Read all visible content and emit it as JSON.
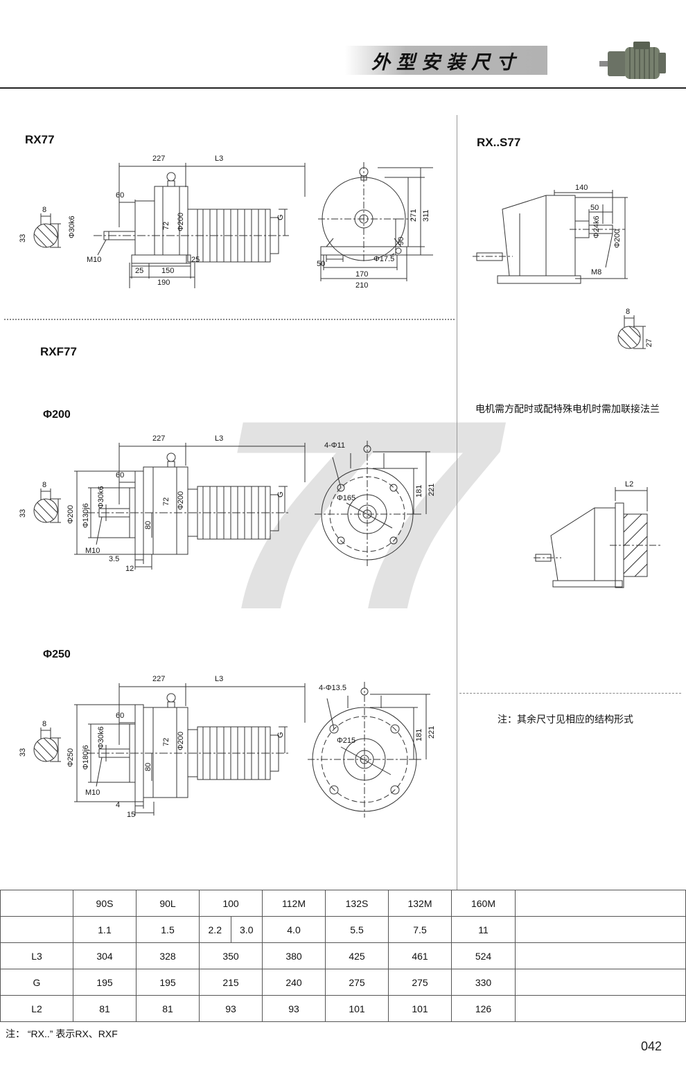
{
  "header": {
    "title": "外型安装尺寸"
  },
  "watermark": "77",
  "page_number": "042",
  "sections": {
    "rx77": "RX77",
    "rxs77": "RX..S77",
    "rxf77": "RXF77",
    "d200": "Φ200",
    "d250": "Φ250"
  },
  "notes": {
    "flange": "电机需方配时或配特殊电机时需加联接法兰",
    "other": "注：其余尺寸见相应的结构形式",
    "footnote": "注： “RX..” 表示RX、RXF"
  },
  "dims": {
    "rx77_side": {
      "a227": "227",
      "l3": "L3",
      "a60": "60",
      "phi30k6": "Φ30k6",
      "a72": "72",
      "phi200": "Φ200",
      "g": "G",
      "m10": "M10",
      "a25l": "25",
      "a150": "150",
      "a190": "190",
      "a25r": "25"
    },
    "rx77_sec": {
      "a8": "8",
      "a33": "33"
    },
    "rx77_front": {
      "a271": "271",
      "a311": "311",
      "a90": "90",
      "phi175": "Φ17.5",
      "a50": "50",
      "a170": "170",
      "a210": "210"
    },
    "rxs77_side": {
      "a140": "140",
      "a50": "50",
      "phi24k6": "Φ24k6",
      "phi200": "Φ200",
      "m8": "M8"
    },
    "rxs77_sec": {
      "a8": "8",
      "a27": "27"
    },
    "rxf200_side": {
      "a227": "227",
      "l3": "L3",
      "a60": "60",
      "phi200f": "Φ200",
      "phi130": "Φ130j6",
      "phi30k6": "Φ30k6",
      "a72": "72",
      "phi200m": "Φ200",
      "a80": "80",
      "g": "G",
      "m10": "M10",
      "a35": "3.5",
      "a12": "12"
    },
    "rxf200_sec": {
      "a8": "8",
      "a33": "33"
    },
    "rxf200_front": {
      "holes": "4-Φ11",
      "phi165": "Φ165",
      "a181": "181",
      "a221": "221"
    },
    "l2d": {
      "l2": "L2"
    },
    "rxf250_side": {
      "a227": "227",
      "l3": "L3",
      "a60": "60",
      "phi250f": "Φ250",
      "phi180": "Φ180j6",
      "phi30k6": "Φ30k6",
      "a72": "72",
      "phi200m": "Φ200",
      "a80": "80",
      "g": "G",
      "m10": "M10",
      "a4": "4",
      "a15": "15"
    },
    "rxf250_sec": {
      "a8": "8",
      "a33": "33"
    },
    "rxf250_front": {
      "holes": "4-Φ13.5",
      "phi215": "Φ215",
      "a181": "181",
      "a221": "221"
    }
  },
  "table": {
    "headers": [
      "90S",
      "90L",
      "100",
      "112M",
      "132S",
      "132M",
      "160M"
    ],
    "power": [
      "1.1",
      "1.5",
      "2.2",
      "3.0",
      "4.0",
      "5.5",
      "7.5",
      "11"
    ],
    "rows": [
      {
        "label": "L3",
        "values": [
          "304",
          "328",
          "350",
          "380",
          "425",
          "461",
          "524"
        ]
      },
      {
        "label": "G",
        "values": [
          "195",
          "195",
          "215",
          "240",
          "275",
          "275",
          "330"
        ]
      },
      {
        "label": "L2",
        "values": [
          "81",
          "81",
          "93",
          "93",
          "101",
          "101",
          "126"
        ]
      }
    ]
  }
}
